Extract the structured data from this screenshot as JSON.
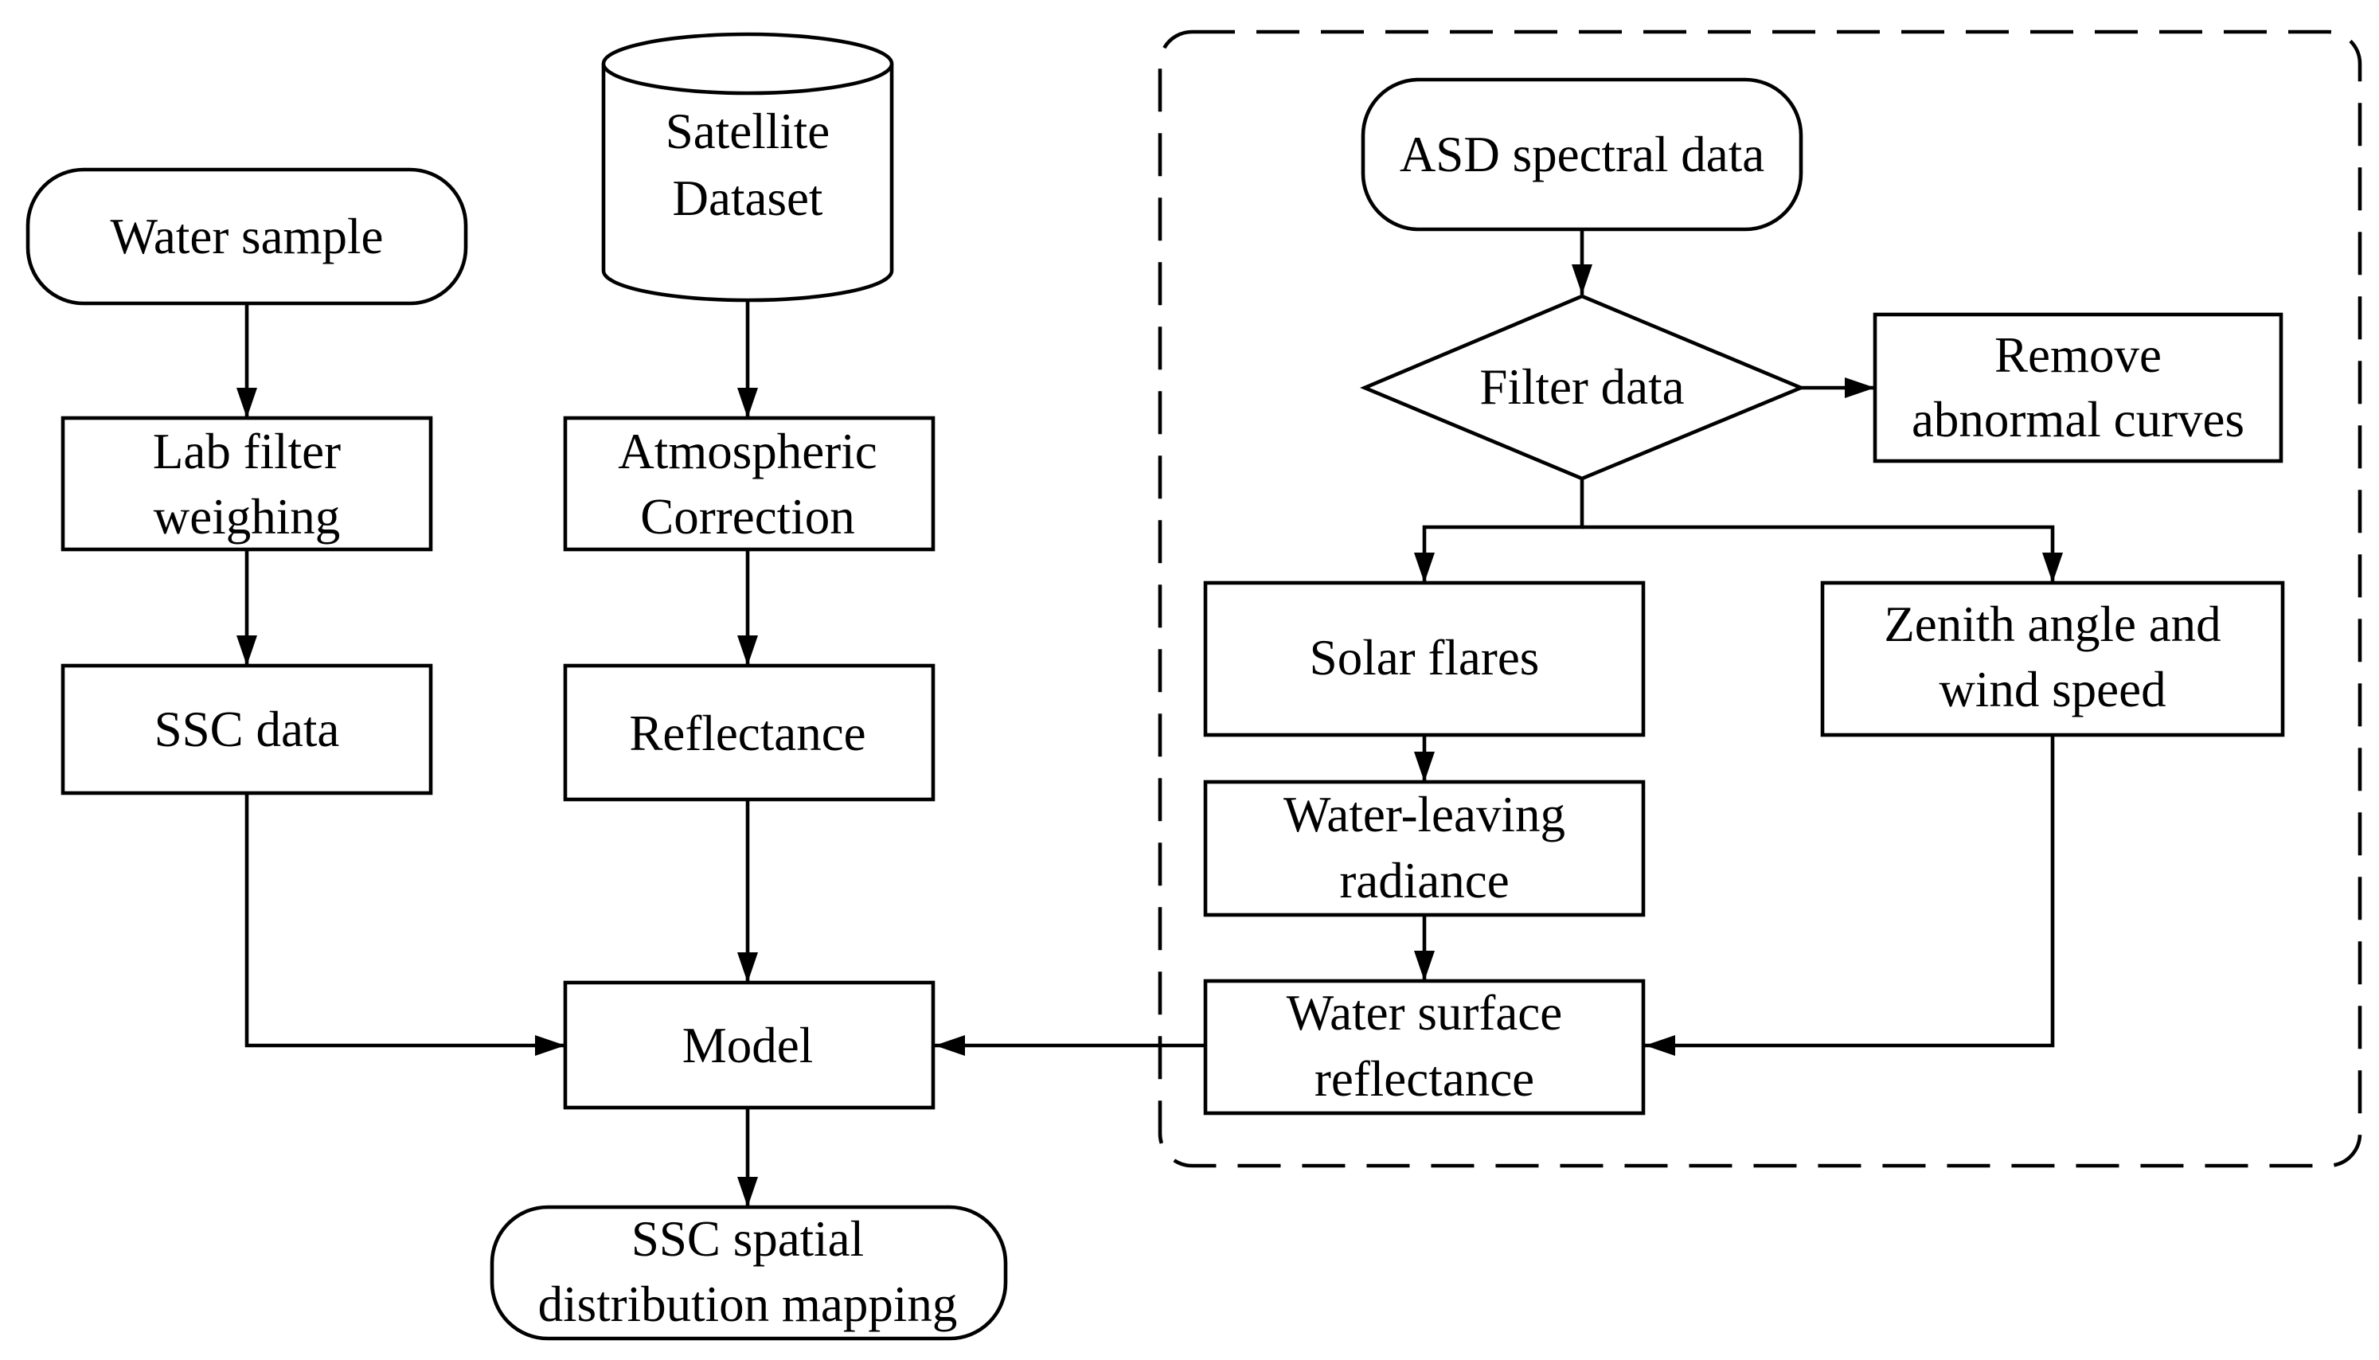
{
  "nodes": {
    "water_sample": {
      "lines": [
        "Water sample"
      ]
    },
    "lab_filter": {
      "lines": [
        "Lab filter",
        "weighing"
      ]
    },
    "ssc_data": {
      "lines": [
        "SSC data"
      ]
    },
    "satellite": {
      "lines": [
        "Satellite",
        "Dataset"
      ]
    },
    "atmospheric": {
      "lines": [
        "Atmospheric",
        "Correction"
      ]
    },
    "reflectance": {
      "lines": [
        "Reflectance"
      ]
    },
    "model": {
      "lines": [
        "Model"
      ]
    },
    "ssc_mapping": {
      "lines": [
        "SSC spatial",
        "distribution mapping"
      ]
    },
    "asd": {
      "lines": [
        "ASD spectral data"
      ]
    },
    "filter_data": {
      "lines": [
        "Filter data"
      ]
    },
    "remove_abnormal": {
      "lines": [
        "Remove",
        "abnormal curves"
      ]
    },
    "solar_flares": {
      "lines": [
        "Solar flares"
      ]
    },
    "zenith": {
      "lines": [
        "Zenith angle and",
        "wind speed"
      ]
    },
    "water_leaving": {
      "lines": [
        "Water-leaving",
        "radiance"
      ]
    },
    "water_surface": {
      "lines": [
        "Water surface",
        "reflectance"
      ]
    }
  },
  "edges": [
    {
      "from": "water_sample",
      "to": "lab_filter"
    },
    {
      "from": "lab_filter",
      "to": "ssc_data"
    },
    {
      "from": "ssc_data",
      "to": "model"
    },
    {
      "from": "satellite",
      "to": "atmospheric"
    },
    {
      "from": "atmospheric",
      "to": "reflectance"
    },
    {
      "from": "reflectance",
      "to": "model"
    },
    {
      "from": "model",
      "to": "ssc_mapping"
    },
    {
      "from": "asd",
      "to": "filter_data"
    },
    {
      "from": "filter_data",
      "to": "remove_abnormal"
    },
    {
      "from": "filter_data",
      "to": "solar_flares"
    },
    {
      "from": "filter_data",
      "to": "zenith"
    },
    {
      "from": "solar_flares",
      "to": "water_leaving"
    },
    {
      "from": "water_leaving",
      "to": "water_surface"
    },
    {
      "from": "zenith",
      "to": "water_surface"
    },
    {
      "from": "water_surface",
      "to": "model"
    }
  ]
}
